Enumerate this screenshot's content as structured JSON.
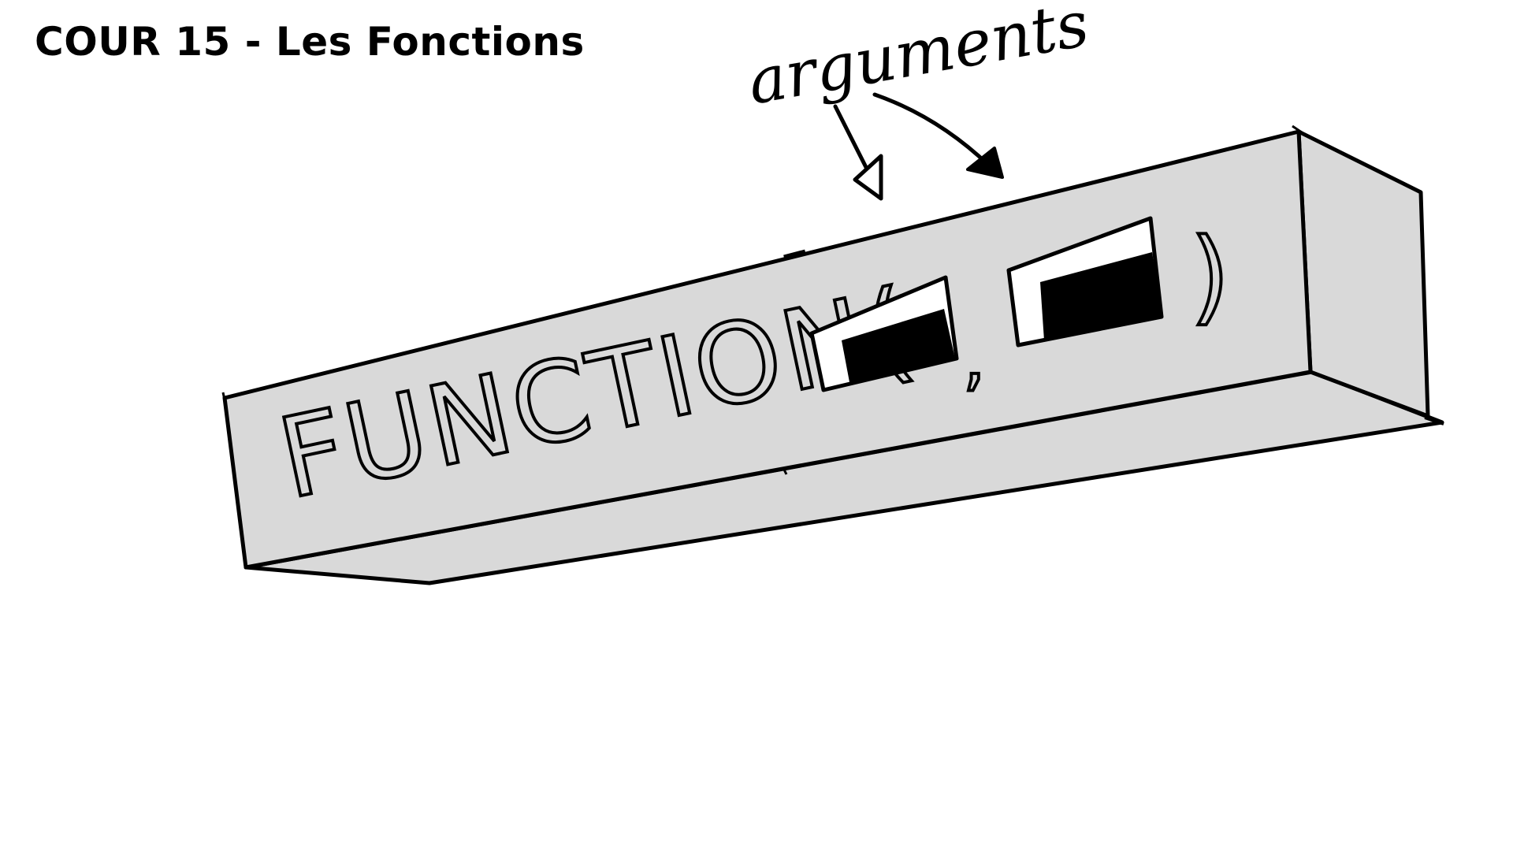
{
  "page": {
    "title": "COUR 15 - Les Fonctions"
  },
  "diagram": {
    "function_label": "FUNCTION(",
    "comma": ",",
    "closing_paren": ")",
    "arguments_label": "arguments",
    "box_color": "#d9d9d9",
    "stroke_color": "#000000",
    "slot_color": "#000000"
  }
}
